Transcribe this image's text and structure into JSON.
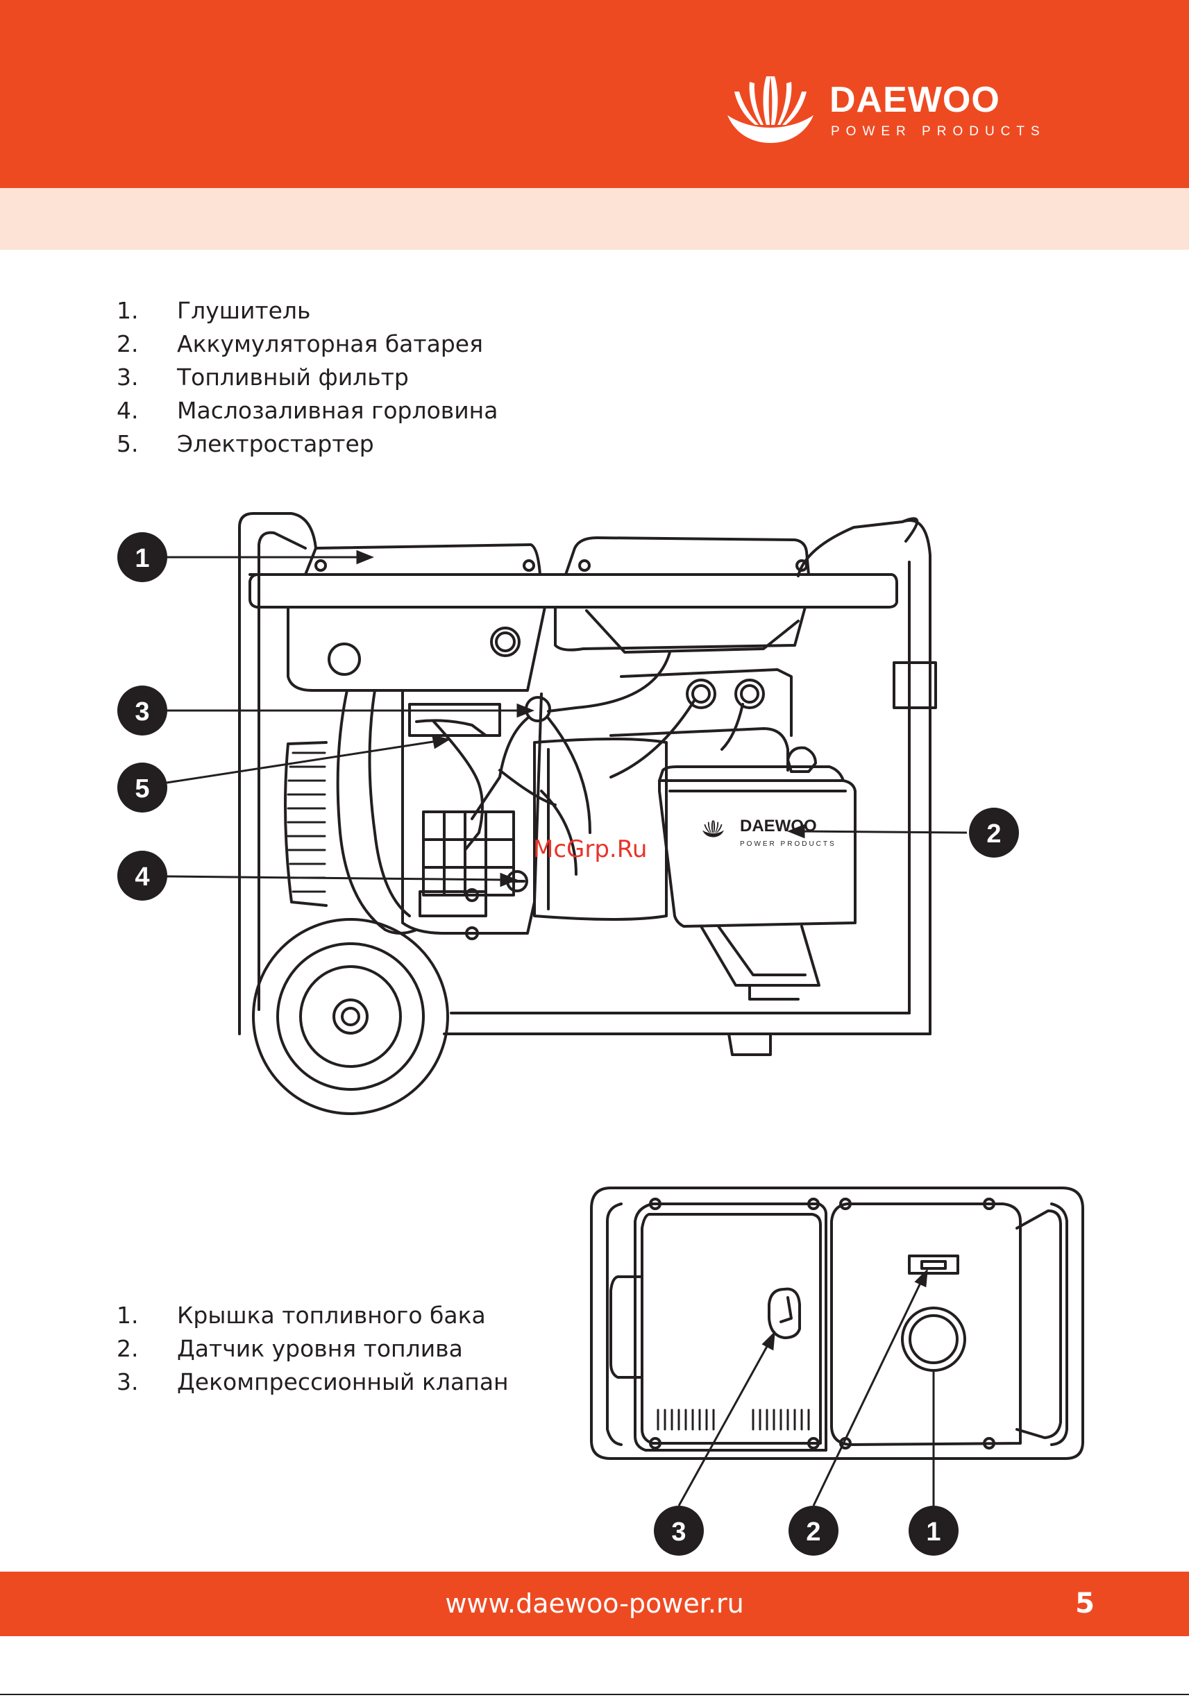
{
  "brand": {
    "name": "DAEWOO",
    "tagline": "POWER PRODUCTS"
  },
  "list_top": [
    {
      "num": "1.",
      "label": "Глушитель"
    },
    {
      "num": "2.",
      "label": "Аккумуляторная батарея"
    },
    {
      "num": "3.",
      "label": "Топливный фильтр"
    },
    {
      "num": "4.",
      "label": "Маслозаливная горловина"
    },
    {
      "num": "5.",
      "label": "Электростартер"
    }
  ],
  "list_bottom": [
    {
      "num": "1.",
      "label": "Крышка топливного бака"
    },
    {
      "num": "2.",
      "label": "Датчик уровня топлива"
    },
    {
      "num": "3.",
      "label": "Декомпрессионный клапан"
    }
  ],
  "callouts_top": [
    "1",
    "3",
    "5",
    "4",
    "2"
  ],
  "callouts_bottom": [
    "3",
    "2",
    "1"
  ],
  "battery_brand": {
    "name": "DAEWOO",
    "tagline": "POWER PRODUCTS"
  },
  "watermark": "McGrp.Ru",
  "footer": {
    "url": "www.daewoo-power.ru",
    "page": "5"
  },
  "colors": {
    "accent": "#ee4a22",
    "band": "#fde3d5",
    "ink": "#231f20"
  }
}
